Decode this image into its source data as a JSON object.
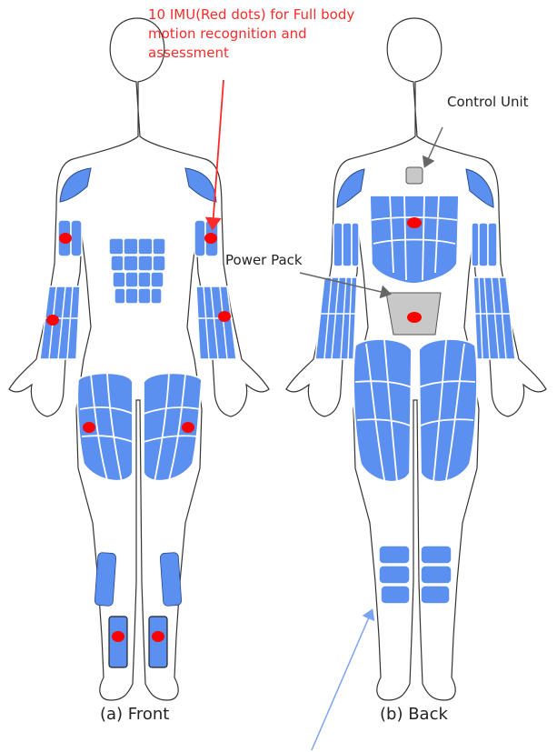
{
  "annotations": {
    "imu_note_lines": [
      "10 IMU(Red dots) for Full body",
      "motion recognition and",
      "assessment"
    ],
    "control_unit": "Control Unit",
    "power_pack": "Power Pack"
  },
  "captions": {
    "front": "(a) Front",
    "back": "(b) Back"
  },
  "colors": {
    "muscle": "#5b8ff0",
    "imu": "#ff0000",
    "device": "#c8c8c8",
    "note": "#ff2a2a",
    "pointer_blue": "#7aa3f0"
  }
}
